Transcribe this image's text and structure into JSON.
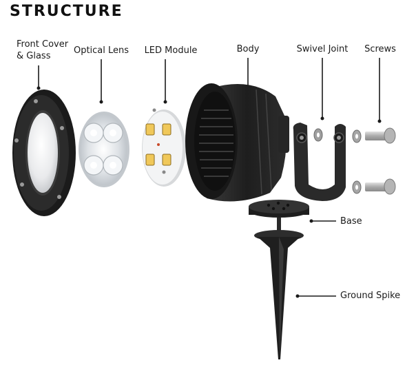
{
  "title": "STRUCTURE",
  "parts": {
    "front_cover": "Front Cover\n& Glass",
    "optical_lens": "Optical Lens",
    "led_module": "LED Module",
    "body": "Body",
    "swivel_joint": "Swivel Joint",
    "screws": "Screws",
    "base": "Base",
    "ground_spike": "Ground Spike"
  },
  "colors": {
    "part_dark": "#1c1c1c",
    "part_mid": "#2e2e2e",
    "metal": "#b9b9b9",
    "led_yellow": "#f0c85a",
    "leader_line": "#1a1a1a"
  }
}
